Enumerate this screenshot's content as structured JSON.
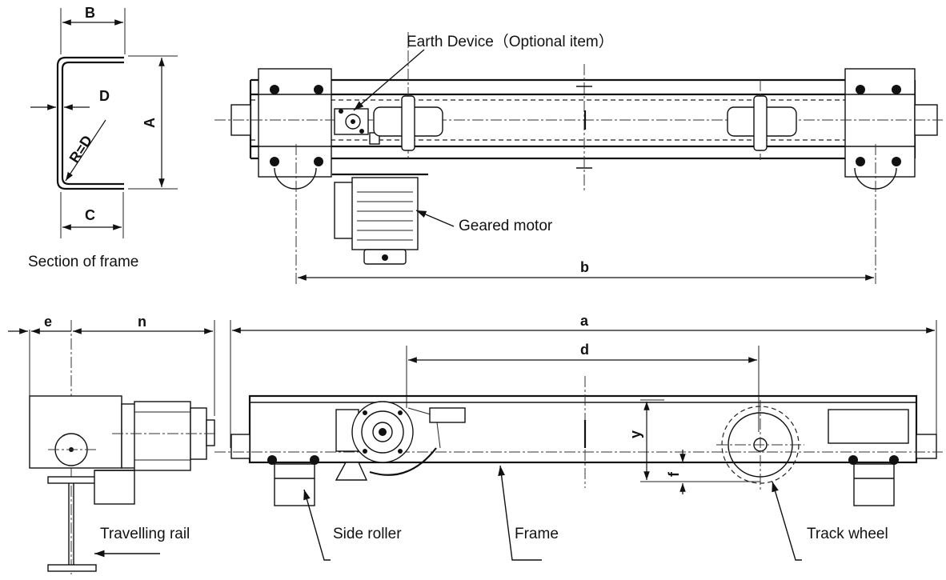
{
  "labels": {
    "earth_device": "Earth Device（Optional item）",
    "geared_motor": "Geared motor",
    "section_of_frame": "Section of frame",
    "travelling_rail": "Travelling rail",
    "side_roller": "Side roller",
    "frame": "Frame",
    "track_wheel": "Track wheel"
  },
  "dimensions": {
    "B": "B",
    "A": "A",
    "C": "C",
    "D": "D",
    "R": "R=D",
    "a": "a",
    "b": "b",
    "d": "d",
    "e": "e",
    "n": "n",
    "y": "y",
    "f": "f"
  },
  "colors": {
    "ink": "#111111",
    "paper": "#ffffff"
  }
}
